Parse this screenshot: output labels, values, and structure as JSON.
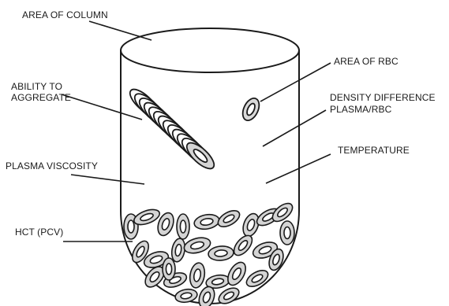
{
  "labels": {
    "area_of_column": "AREA OF COLUMN",
    "area_of_rbc": "AREA OF RBC",
    "ability_line1": "ABILITY TO",
    "ability_line2": "AGGREGATE",
    "density_line1": "DENSITY DIFFERENCE",
    "density_line2": "PLASMA/RBC",
    "temperature": "TEMPERATURE",
    "plasma_viscosity": "PLASMA VISCOSITY",
    "hct": "HCT (PCV)"
  }
}
